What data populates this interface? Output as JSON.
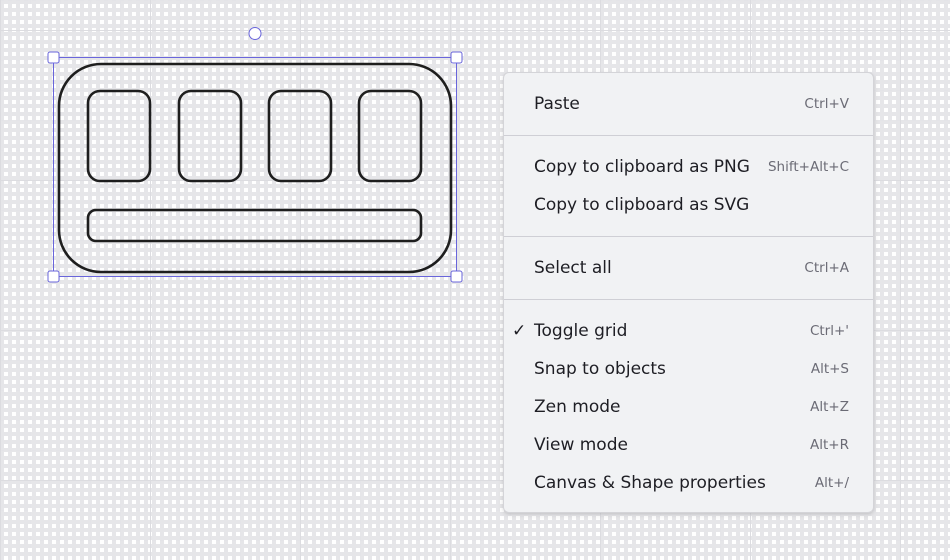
{
  "canvas": {
    "grid_visible": true,
    "background_color": "#ffffff",
    "grid_color": "#e4e4e8"
  },
  "selection": {
    "accent_color": "#6965db",
    "shape": "keyboard-like rounded rectangle with four rounded keys and a wide bar",
    "stroke_color": "#1e1e1e"
  },
  "context_menu": {
    "groups": [
      [
        {
          "label": "Paste",
          "shortcut": "Ctrl+V",
          "checked": false
        }
      ],
      [
        {
          "label": "Copy to clipboard as PNG",
          "shortcut": "Shift+Alt+C",
          "checked": false
        },
        {
          "label": "Copy to clipboard as SVG",
          "shortcut": "",
          "checked": false
        }
      ],
      [
        {
          "label": "Select all",
          "shortcut": "Ctrl+A",
          "checked": false
        }
      ],
      [
        {
          "label": "Toggle grid",
          "shortcut": "Ctrl+'",
          "checked": true
        },
        {
          "label": "Snap to objects",
          "shortcut": "Alt+S",
          "checked": false
        },
        {
          "label": "Zen mode",
          "shortcut": "Alt+Z",
          "checked": false
        },
        {
          "label": "View mode",
          "shortcut": "Alt+R",
          "checked": false
        },
        {
          "label": "Canvas & Shape properties",
          "shortcut": "Alt+/",
          "checked": false
        }
      ]
    ],
    "check_glyph": "✓"
  }
}
